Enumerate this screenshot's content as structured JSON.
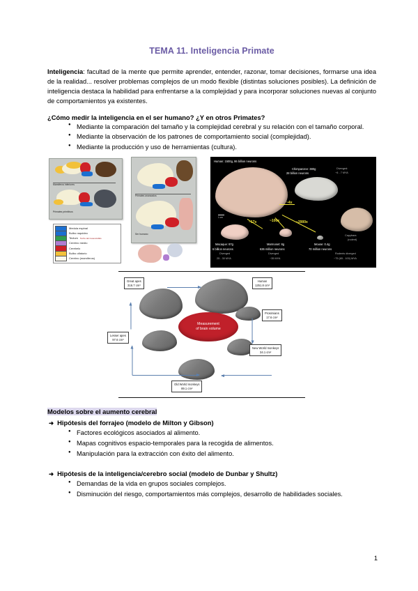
{
  "document": {
    "title": "TEMA 11. Inteligencia Primate",
    "page_number": "1",
    "title_color": "#6b5ca5",
    "highlight_color": "#ddd9ee"
  },
  "intro": {
    "lead_term": "Inteligencia",
    "body": ": facultad de la mente que permite aprender, entender, razonar, tomar decisiones, formarse una idea de la realidad... resolver problemas complejos de un modo flexible (distintas soluciones posibles). La definición de inteligencia destaca la habilidad para enfrentarse a la complejidad y para incorporar soluciones nuevas al conjunto de comportamientos ya existentes."
  },
  "question_section": {
    "heading": "¿Cómo medir la inteligencia en el ser humano? ¿Y en otros Primates?",
    "bullets": [
      "Mediante la comparación del tamaño y la complejidad cerebral y su relación con el tamaño corporal.",
      "Mediante la observación de los patrones de comportamiento social (complejidad).",
      "Mediante la producción y uso de herramientas (cultura)."
    ]
  },
  "figure_brain_anatomy": {
    "caption_mammals": "Mamíferos inferiores",
    "caption_primitive_primates": "Primates primitivos",
    "caption_advanced_primates": "Primates avanzados",
    "caption_humans": "Ser humano",
    "legend": [
      {
        "color": "#1b6fd0",
        "label": "Medula espinal"
      },
      {
        "color": "#1b6fd0",
        "label": "Bulbo raquideo"
      },
      {
        "color": "#2f9c4e",
        "label": "Tectum",
        "note": "Techo del mesencéfalo"
      },
      {
        "color": "#b07dd1",
        "label": "Cerebro medio"
      },
      {
        "color": "#cf2027",
        "label": "Cerebelo"
      },
      {
        "color": "#f2c13a",
        "label": "Bulbo olfatorio"
      },
      {
        "color": "#f4efd6",
        "label": "Cerebro (mamíferos)"
      }
    ]
  },
  "figure_neuron_counts": {
    "human": "Human: 1500g, 86 billion neurons",
    "chimpanzee_line1": "Chimpanzee: 380g",
    "chimpanzee_line2": "28 billion neurons",
    "chimpanzee_diverged_line1": "Diverged:",
    "chimpanzee_diverged_line2": "~6 - 7 MYA",
    "capybara_line1": "Capybara",
    "capybara_line2": "(rodent)",
    "macaque_line1": "Macaque: 87g",
    "macaque_line2": "6 billion neurons",
    "macaque_line3": "Diverged",
    "macaque_line4": "25 - 30 MYA",
    "marmoset_line1": "Marmoset: 8g",
    "marmoset_line2": "636 million neurons",
    "marmoset_line3": "Diverged",
    "marmoset_line4": "~35 MYA",
    "mouse_line1": "Mouse: 0.4g",
    "mouse_line2": "70 million neurons",
    "rodents_line1": "Rodents diverged",
    "rodents_line2": "~75 (65 - 100) MYA",
    "scale_bar": "1 cm",
    "ratio_chimp": "~4x",
    "ratio_macaque": "~17x",
    "ratio_marmoset": "~100x",
    "ratio_mouse": "~3900x"
  },
  "figure_brain_volume": {
    "center_line1": "Measurement",
    "center_line2": "of brain volume",
    "nodes": [
      {
        "name": "Great apes",
        "value": "316.7 cm³"
      },
      {
        "name": "Human",
        "value": "1251.8 cm³"
      },
      {
        "name": "Prosimians",
        "value": "17.6 cm²"
      },
      {
        "name": "New World monkeys",
        "value": "34.1 cm²"
      },
      {
        "name": "Old World monkeys",
        "value": "89.1 cm²"
      },
      {
        "name": "Lesser apes",
        "value": "97.6 cm³"
      }
    ]
  },
  "models_section": {
    "heading": "Modelos sobre el aumento cerebral",
    "hypothesis_1": {
      "title": "Hipótesis del forrajeo (modelo de Milton y Gibson)",
      "bullets": [
        "Factores ecológicos asociados al alimento.",
        "Mapas cognitivos espacio-temporales para la recogida de alimentos.",
        "Manipulación para la extracción con éxito del alimento."
      ]
    },
    "hypothesis_2": {
      "title": "Hipótesis de la inteligencia/cerebro social (modelo de Dunbar y Shultz)",
      "bullets": [
        "Demandas de la vida en grupos sociales complejos.",
        "Disminución del riesgo, comportamientos más complejos, desarrollo de habilidades sociales."
      ]
    }
  }
}
